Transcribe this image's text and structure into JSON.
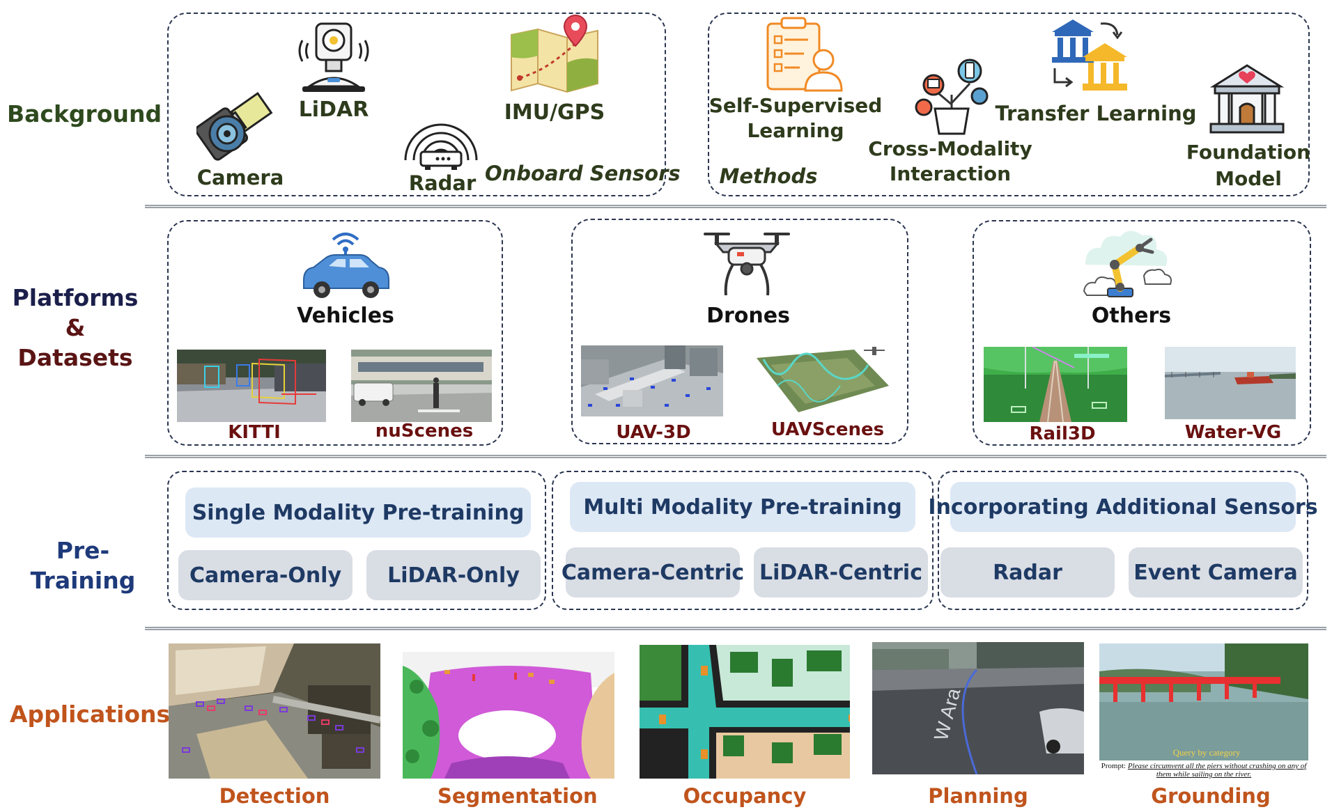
{
  "rows": {
    "background": "Background",
    "platforms": [
      "Platforms",
      "&",
      "Datasets"
    ],
    "pretraining": "Pre-Training",
    "applications": "Applications"
  },
  "background": {
    "sensors": {
      "camera": "Camera",
      "lidar": "LiDAR",
      "radar": "Radar",
      "imu": "IMU/GPS",
      "group": "Onboard Sensors"
    },
    "methods": {
      "ssl": [
        "Self-Supervised",
        "Learning"
      ],
      "cross": [
        "Cross-Modality",
        "Interaction"
      ],
      "transfer": "Transfer Learning",
      "foundation": [
        "Foundation",
        "Model"
      ],
      "group": "Methods"
    }
  },
  "platforms": {
    "vehicles": {
      "title": "Vehicles",
      "datasets": [
        "KITTI",
        "nuScenes"
      ]
    },
    "drones": {
      "title": "Drones",
      "datasets": [
        "UAV-3D",
        "UAVScenes"
      ]
    },
    "others": {
      "title": "Others",
      "datasets": [
        "Rail3D",
        "Water-VG"
      ]
    }
  },
  "pretraining": {
    "single": {
      "title": "Single Modality Pre-training",
      "items": [
        "Camera-Only",
        "LiDAR-Only"
      ]
    },
    "multi": {
      "title": "Multi Modality Pre-training",
      "items": [
        "Camera-Centric",
        "LiDAR-Centric"
      ]
    },
    "additional": {
      "title": "Incorporating Additional Sensors",
      "items": [
        "Radar",
        "Event Camera"
      ]
    }
  },
  "applications": {
    "items": [
      "Detection",
      "Segmentation",
      "Occupancy",
      "Planning",
      "Grounding"
    ],
    "grounding_query": "Query by category",
    "grounding_prompt_label": "Prompt:",
    "grounding_prompt": "Please circumvent all the piers without crashing on any of them while sailing on the river.",
    "planning_street": "W Ara"
  },
  "colors": {
    "background_label": "#2e4a1e",
    "platforms_label": "#1b1f4a",
    "datasets_label": "#5a1414",
    "pretraining_label": "#1e3a7a",
    "applications_label": "#c0541c",
    "dataset_name": "#6a1010",
    "application_name": "#c0541c"
  }
}
